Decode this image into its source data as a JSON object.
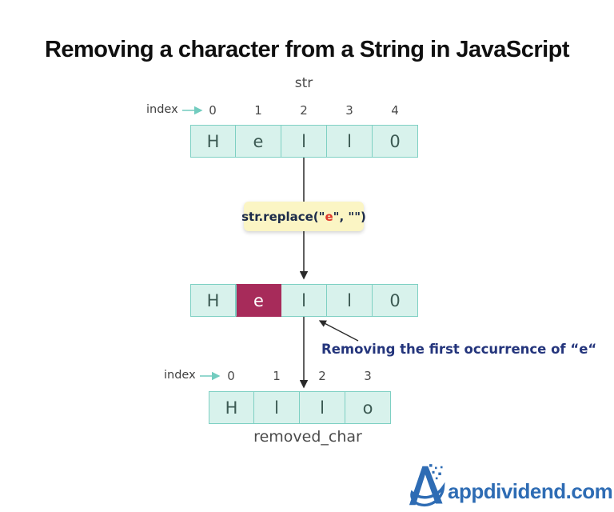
{
  "page": {
    "title": "Removing a character from a String in JavaScript"
  },
  "diagram": {
    "index_word": "index",
    "array1": {
      "label": "str",
      "indices": [
        "0",
        "1",
        "2",
        "3",
        "4"
      ],
      "cells": [
        "H",
        "e",
        "l",
        "l",
        "0"
      ]
    },
    "code_box": {
      "before": "str.replace(\"",
      "highlight": "e",
      "after": "\", \"\")"
    },
    "array2": {
      "cells": [
        "H",
        "e",
        "l",
        "l",
        "0"
      ],
      "highlighted_char": "e",
      "highlighted_index": 1
    },
    "annotation": "Removing the first occurrence of “e“",
    "array3": {
      "label": "removed_char",
      "indices": [
        "0",
        "1",
        "2",
        "3"
      ],
      "cells": [
        "H",
        "l",
        "l",
        "o"
      ]
    }
  },
  "branding": {
    "site": "appdividend.com"
  },
  "colors": {
    "cell_fill": "#d8f2ec",
    "cell_border": "#7ed0c3",
    "cell_text": "#3c5a53",
    "highlight_cell": "#a72b5a",
    "code_box_bg": "#fbf5c4",
    "code_text": "#1c2b4a",
    "code_highlight_red": "#e0382c",
    "annotation_navy": "#24357c",
    "index_arrow_teal": "#72ccbf",
    "flow_arrow_black": "#2a2a2a",
    "brand_blue": "#2e6cb4"
  }
}
